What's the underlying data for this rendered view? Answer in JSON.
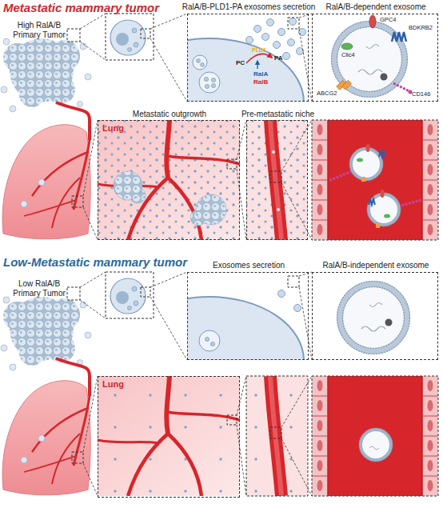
{
  "diagram": {
    "nodes": [
      {
        "text": [
          "RalA/B-PLD1-PA exosomes secretion",
          "PC",
          "PA",
          "PLD1",
          "RalA",
          "RalB"
        ]
      },
      {
        "text": [
          "RalA/B-dependent exosome",
          "GPC4",
          "BDKRB2",
          "Clic4",
          "ABCG2",
          "CD146"
        ]
      },
      {
        "text": [
          "Metastatic outgrowth",
          "Lung"
        ]
      },
      {
        "text": [
          "Pre-metastatic niche"
        ]
      },
      {
        "text": [
          "Exosomes secretion"
        ]
      },
      {
        "text": [
          "RalA/B-independent exosome"
        ]
      },
      {
        "text": [
          "Lung"
        ]
      }
    ],
    "labels": [
      "Metastatic mammary tumor",
      "High RalA/B Primary Tumor",
      "Low-Metastatic mammary tumor",
      "Low RalA/B Primary Tumor"
    ]
  }
}
